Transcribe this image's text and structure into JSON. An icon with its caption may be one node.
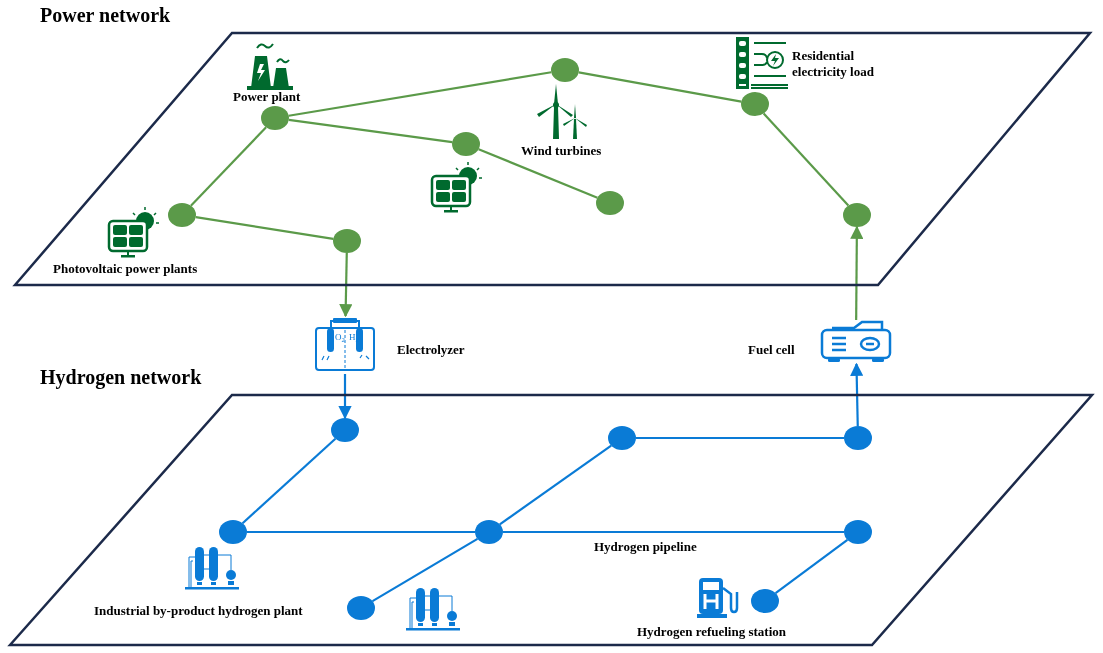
{
  "diagram": {
    "nodes": [
      {
        "text": [
          "Power network"
        ]
      },
      {
        "text": [],
        "shape": "circle",
        "in": 0,
        "beside": [
          "Power plant"
        ]
      },
      {
        "text": [],
        "shape": "circle",
        "in": 0
      },
      {
        "text": [],
        "shape": "circle",
        "in": 0
      },
      {
        "text": [],
        "shape": "circle",
        "in": 0,
        "beside": [
          "Photovoltaic power plants"
        ]
      },
      {
        "text": [],
        "shape": "circle",
        "in": 0
      },
      {
        "text": [],
        "shape": "circle",
        "in": 0
      },
      {
        "text": [],
        "shape": "circle",
        "in": 0,
        "beside": [
          "Residential electricity load"
        ]
      },
      {
        "text": [],
        "shape": "circle",
        "in": 0
      },
      {
        "text": [
          "O$_{2}$",
          "H$_{2}$"
        ],
        "beside": [
          "Electrolyzer"
        ]
      },
      {
        "text": [],
        "shape": "picture",
        "beside": [
          "Fuel cell"
        ]
      },
      {
        "text": [
          "Hydrogen network"
        ]
      },
      {
        "text": [],
        "shape": "circle",
        "in": 11
      },
      {
        "text": [],
        "shape": "circle",
        "in": 11
      },
      {
        "text": [],
        "shape": "circle",
        "in": 11
      },
      {
        "text": [],
        "shape": "circle",
        "in": 11
      },
      {
        "text": [],
        "shape": "circle",
        "in": 11
      },
      {
        "text": [],
        "shape": "circle",
        "in": 11
      },
      {
        "text": [],
        "shape": "circle",
        "in": 11
      },
      {
        "text": [],
        "shape": "circle",
        "in": 11,
        "beside": [
          "Hydrogen refueling station"
        ]
      }
    ],
    "edges": [
      {
        "from": 1,
        "to": 2,
        "arrow": "none",
        "color": "#5b9a49"
      },
      {
        "from": 2,
        "to": 7,
        "arrow": "none",
        "color": "#5b9a49"
      },
      {
        "from": 1,
        "to": 3,
        "arrow": "none",
        "color": "#5b9a49"
      },
      {
        "from": 3,
        "to": 6,
        "arrow": "none",
        "color": "#5b9a49"
      },
      {
        "from": 1,
        "to": 4,
        "arrow": "none",
        "color": "#5b9a49"
      },
      {
        "from": 4,
        "to": 5,
        "arrow": "none",
        "color": "#5b9a49"
      },
      {
        "from": 7,
        "to": 8,
        "arrow": "none",
        "color": "#5b9a49"
      },
      {
        "from": 5,
        "to": 9,
        "arrow": "to",
        "color": "#5b9a49"
      },
      {
        "from": 10,
        "to": 8,
        "arrow": "to",
        "color": "#5b9a49"
      },
      {
        "from": 9,
        "to": 12,
        "arrow": "to",
        "color": "#0a7bd6"
      },
      {
        "from": 12,
        "to": 13,
        "arrow": "none",
        "color": "#0a7bd6"
      },
      {
        "from": 13,
        "to": 14,
        "arrow": "none",
        "color": "#0a7bd6"
      },
      {
        "from": 14,
        "to": 17,
        "arrow": "none",
        "color": "#0a7bd6",
        "label": "Hydrogen pipeline"
      },
      {
        "from": 14,
        "to": 15,
        "arrow": "none",
        "color": "#0a7bd6"
      },
      {
        "from": 15,
        "to": 16,
        "arrow": "none",
        "color": "#0a7bd6"
      },
      {
        "from": 14,
        "to": 18,
        "arrow": "none",
        "color": "#0a7bd6"
      },
      {
        "from": 17,
        "to": 19,
        "arrow": "none",
        "color": "#0a7bd6"
      },
      {
        "from": 16,
        "to": 10,
        "arrow": "to",
        "color": "#0a7bd6"
      }
    ],
    "labels": [
      "Wind turbines",
      "Industrial by-product hydrogen plant"
    ]
  }
}
